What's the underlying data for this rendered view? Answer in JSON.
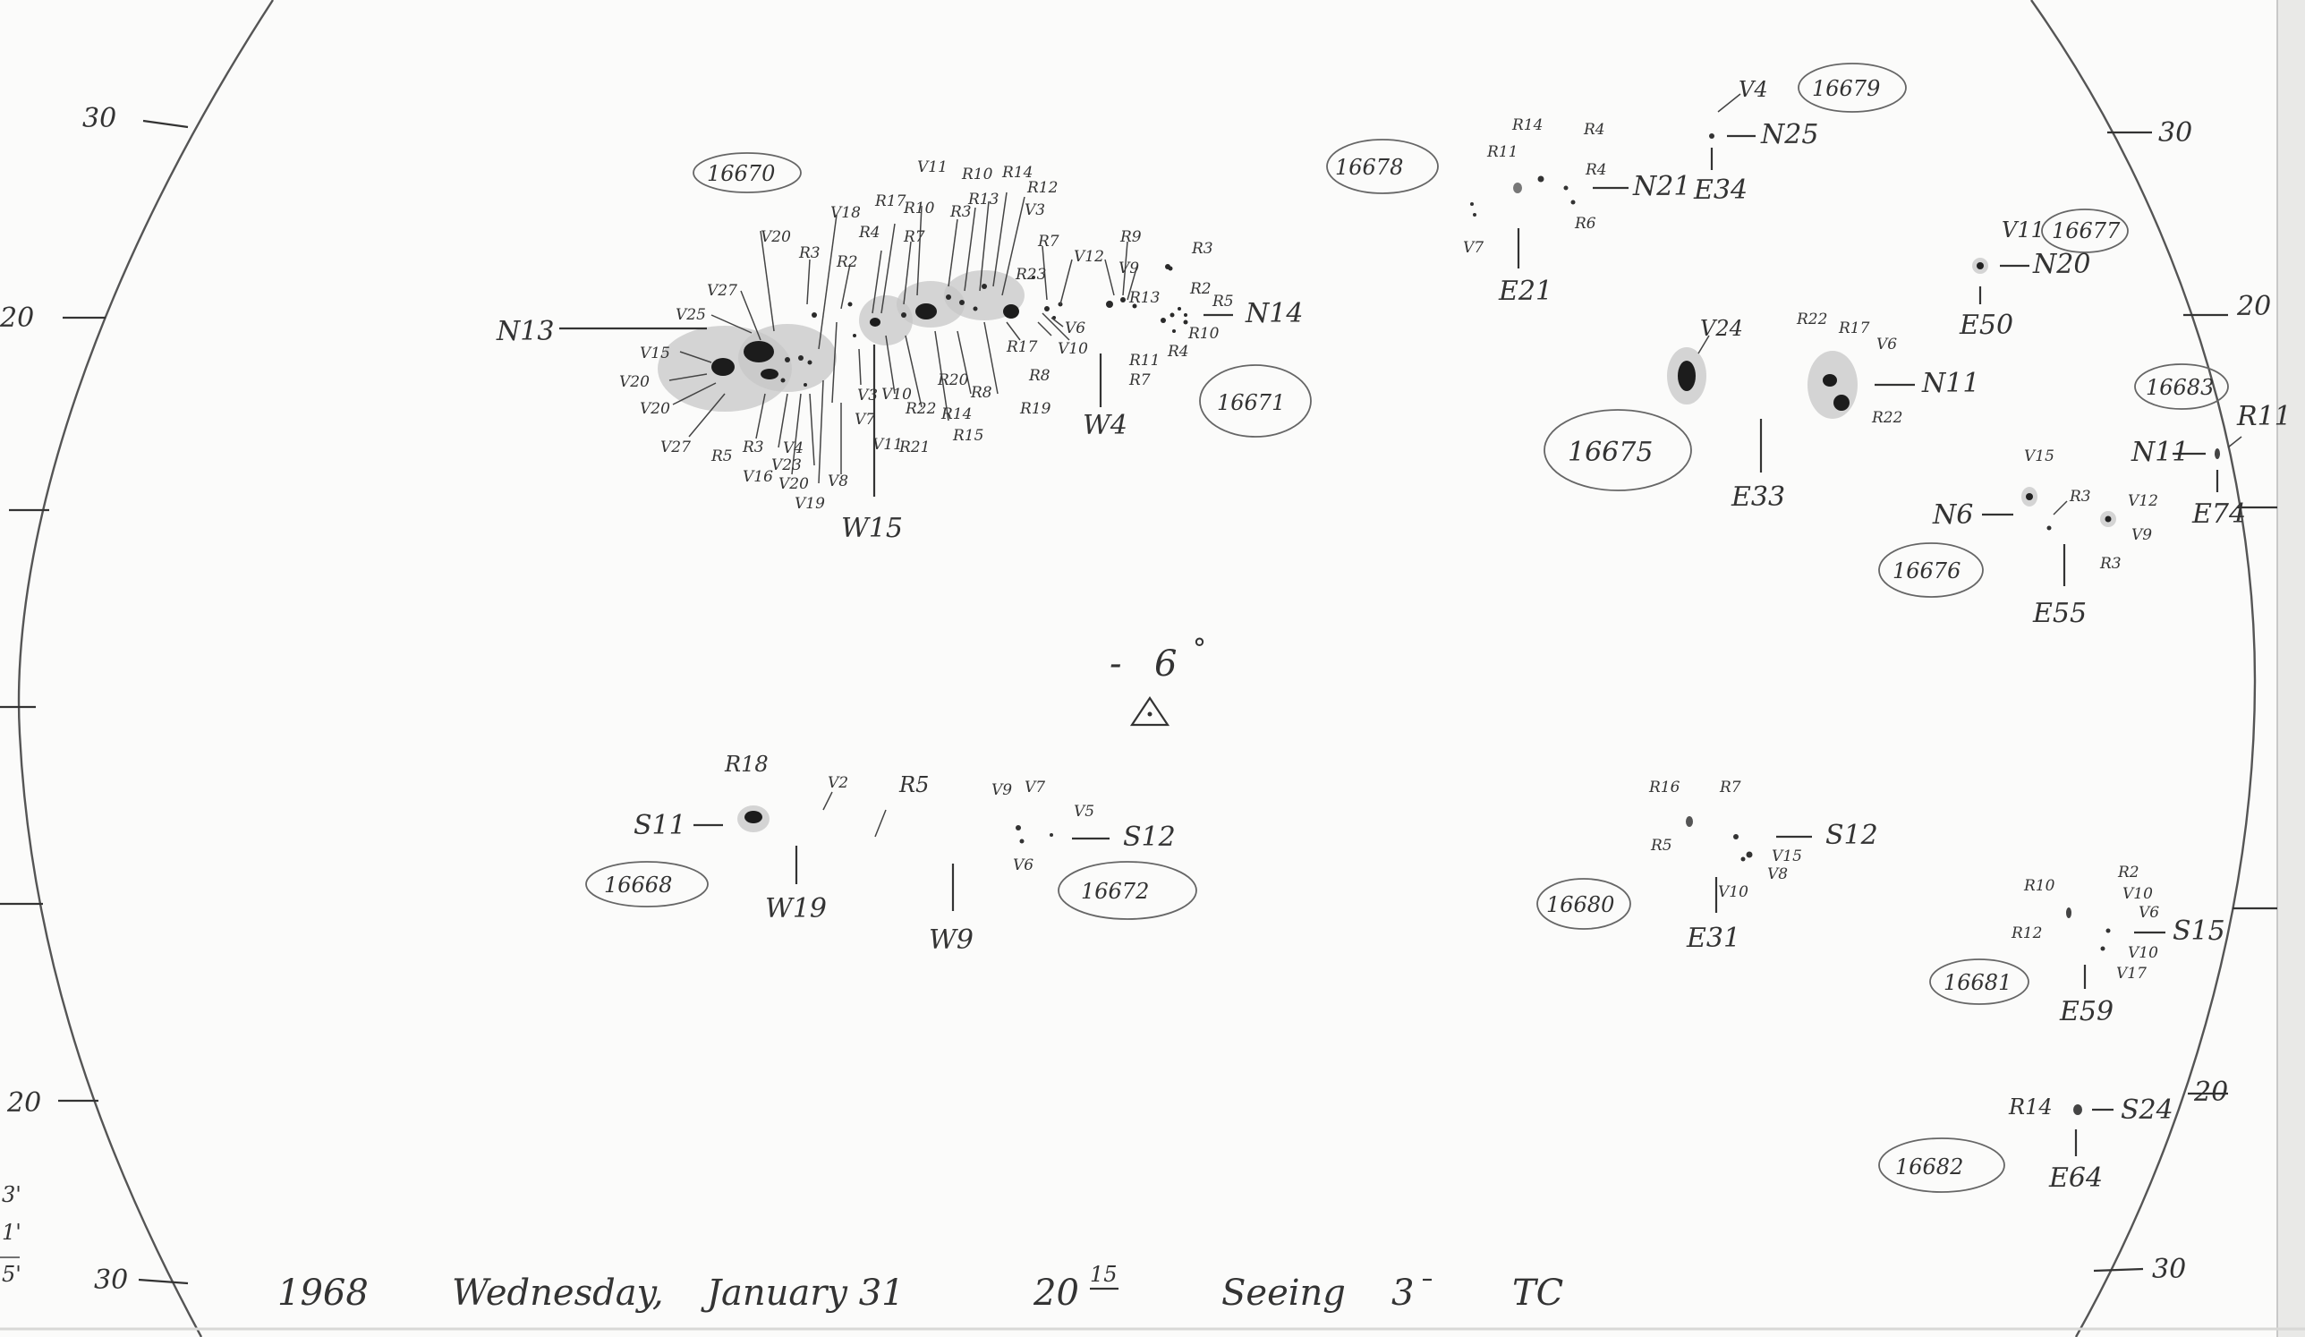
{
  "footer": {
    "year": "1968",
    "day": "Wednesday,",
    "date": "January 31",
    "hour": "20",
    "minute": "15",
    "seeing_label": "Seeing",
    "seeing_value": "3",
    "observer": "TC"
  },
  "center": {
    "latitude": "6",
    "prefix": "-",
    "degree": "°"
  },
  "scale": {
    "left": [
      "30",
      "20",
      "20",
      "30"
    ],
    "right": [
      "30",
      "20",
      "20",
      "30"
    ]
  },
  "regions": [
    {
      "number": "16670",
      "group": "N13",
      "position": "W15"
    },
    {
      "number": "16671",
      "group": "N14",
      "position": "W4"
    },
    {
      "number": "16678",
      "group": "N21",
      "position": "E21"
    },
    {
      "number": "16679",
      "group": "N25",
      "position": "E34"
    },
    {
      "number": "16677",
      "group": "N20",
      "position": "E50"
    },
    {
      "number": "16675",
      "group": "N11",
      "position": "E33"
    },
    {
      "number": "16683",
      "group": "N11",
      "position": "E74"
    },
    {
      "number": "16676",
      "group": "N6",
      "position": "E55"
    },
    {
      "number": "16668",
      "group": "S11",
      "position": "W19"
    },
    {
      "number": "16672",
      "group": "S12",
      "position": "W9"
    },
    {
      "number": "16680",
      "group": "S12",
      "position": "E31"
    },
    {
      "number": "16681",
      "group": "S15",
      "position": "E59"
    },
    {
      "number": "16682",
      "group": "S24",
      "position": "E64"
    }
  ],
  "spot_labels": {
    "r16670_left": [
      "V25",
      "V27",
      "V15",
      "V20",
      "V20",
      "V27",
      "R5",
      "R3",
      "V16",
      "V23",
      "V4",
      "V20",
      "V19",
      "V8"
    ],
    "r16670_top": [
      "V20",
      "R3",
      "V18",
      "R2",
      "R4",
      "R17",
      "R10",
      "R7",
      "V11",
      "R3",
      "R13",
      "R10",
      "R14",
      "R12",
      "V3",
      "R23",
      "R7",
      "V12",
      "R9",
      "V9",
      "R13"
    ],
    "r16670_bottom": [
      "V3",
      "V7",
      "V10",
      "V11",
      "R22",
      "R21",
      "R20",
      "R14",
      "R8",
      "R15",
      "R17",
      "R19",
      "R8",
      "V6",
      "V10"
    ],
    "r16671": [
      "R3",
      "R2",
      "R5",
      "R10",
      "R4",
      "R11",
      "R7"
    ],
    "r16678": [
      "R14",
      "R11",
      "R4",
      "R4",
      "R6",
      "V7"
    ],
    "r16679": [
      "V4"
    ],
    "r16677": [
      "V11"
    ],
    "r16675": [
      "V24",
      "R22",
      "R17",
      "V6",
      "R22"
    ],
    "r16683": [
      "R11"
    ],
    "r16676": [
      "V15",
      "R3",
      "V12",
      "V9",
      "R3"
    ],
    "r16668": [
      "R18",
      "V2",
      "R5"
    ],
    "r16672": [
      "V9",
      "V7",
      "V5",
      "V6"
    ],
    "r16680": [
      "R16",
      "R7",
      "R5",
      "V15",
      "V8",
      "V10"
    ],
    "r16681": [
      "R10",
      "R2",
      "V10",
      "V6",
      "R12",
      "V10",
      "V17"
    ],
    "r16682": [
      "R14"
    ]
  },
  "edge_notes": [
    "3'",
    "1'",
    "5'"
  ]
}
